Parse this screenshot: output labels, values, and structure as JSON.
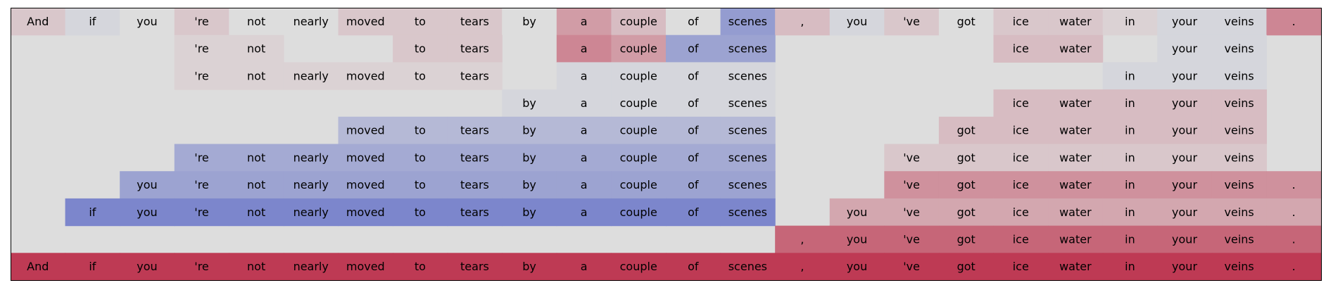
{
  "chart_data": {
    "type": "heatmap",
    "title": "",
    "xlabel": "",
    "ylabel": "",
    "grid": false,
    "color_scale": {
      "name": "coolwarm",
      "low": "#3b4cc0",
      "mid": "#dddddd",
      "high": "#b40426",
      "range": [
        -1,
        1
      ]
    },
    "tokens": [
      "And",
      "if",
      "you",
      "'re",
      "not",
      "nearly",
      "moved",
      "to",
      "tears",
      "by",
      "a",
      "couple",
      "of",
      "scenes",
      ",",
      "you",
      "'ve",
      "got",
      "ice",
      "water",
      "in",
      "your",
      "veins",
      "."
    ],
    "rows": [
      {
        "mask": [
          1,
          1,
          1,
          1,
          1,
          1,
          1,
          1,
          1,
          1,
          1,
          1,
          1,
          1,
          1,
          1,
          1,
          1,
          1,
          1,
          1,
          1,
          1,
          1
        ],
        "values": [
          0.1,
          -0.05,
          0,
          0.1,
          0,
          0,
          0.1,
          0.1,
          0.1,
          0,
          0.3,
          0.15,
          0,
          -0.45,
          0.15,
          -0.05,
          0.1,
          0,
          0.1,
          0.1,
          0.05,
          -0.05,
          -0.05,
          0.4
        ]
      },
      {
        "mask": [
          0,
          0,
          0,
          1,
          1,
          0,
          0,
          1,
          1,
          0,
          1,
          1,
          1,
          1,
          0,
          0,
          0,
          0,
          1,
          1,
          0,
          1,
          1,
          0
        ],
        "values": [
          0,
          0,
          0,
          0.05,
          0.05,
          0,
          0,
          0.1,
          0.1,
          0,
          0.4,
          0.3,
          -0.4,
          -0.4,
          0,
          0,
          0,
          0,
          0.15,
          0.15,
          0,
          -0.05,
          -0.05,
          0
        ]
      },
      {
        "mask": [
          0,
          0,
          0,
          1,
          1,
          1,
          1,
          1,
          1,
          0,
          1,
          1,
          1,
          1,
          0,
          0,
          0,
          0,
          0,
          0,
          1,
          1,
          1,
          0
        ],
        "values": [
          0,
          0,
          0,
          0.05,
          0.05,
          0.05,
          0.05,
          0.05,
          0.05,
          0,
          -0.05,
          -0.05,
          -0.05,
          -0.05,
          0,
          0,
          0,
          0,
          0,
          0,
          -0.05,
          -0.05,
          -0.05,
          0
        ]
      },
      {
        "mask": [
          0,
          0,
          0,
          0,
          0,
          0,
          0,
          0,
          0,
          1,
          1,
          1,
          1,
          1,
          0,
          0,
          0,
          0,
          1,
          1,
          1,
          1,
          1,
          0
        ],
        "values": [
          0,
          0,
          0,
          0,
          0,
          0,
          0,
          0,
          0,
          -0.05,
          -0.05,
          -0.05,
          -0.05,
          -0.05,
          0,
          0,
          0,
          0,
          0.15,
          0.15,
          0.15,
          0.15,
          0.15,
          0
        ]
      },
      {
        "mask": [
          0,
          0,
          0,
          0,
          0,
          0,
          1,
          1,
          1,
          1,
          1,
          1,
          1,
          1,
          0,
          0,
          0,
          1,
          1,
          1,
          1,
          1,
          1,
          0
        ],
        "values": [
          0,
          0,
          0,
          0,
          0,
          0,
          -0.25,
          -0.25,
          -0.25,
          -0.25,
          -0.25,
          -0.25,
          -0.25,
          -0.25,
          0,
          0,
          0,
          0.15,
          0.15,
          0.15,
          0.15,
          0.15,
          0.15,
          0
        ]
      },
      {
        "mask": [
          0,
          0,
          0,
          1,
          1,
          1,
          1,
          1,
          1,
          1,
          1,
          1,
          1,
          1,
          0,
          0,
          1,
          1,
          1,
          1,
          1,
          1,
          1,
          0
        ],
        "values": [
          0,
          0,
          0,
          -0.35,
          -0.35,
          -0.35,
          -0.35,
          -0.35,
          -0.35,
          -0.35,
          -0.35,
          -0.35,
          -0.35,
          -0.35,
          0,
          0,
          0.1,
          0.1,
          0.1,
          0.1,
          0.1,
          0.1,
          0.1,
          0
        ]
      },
      {
        "mask": [
          0,
          0,
          1,
          1,
          1,
          1,
          1,
          1,
          1,
          1,
          1,
          1,
          1,
          1,
          0,
          0,
          1,
          1,
          1,
          1,
          1,
          1,
          1,
          1
        ],
        "values": [
          0,
          0,
          -0.4,
          -0.4,
          -0.4,
          -0.4,
          -0.4,
          -0.4,
          -0.4,
          -0.4,
          -0.4,
          -0.4,
          -0.4,
          -0.4,
          0,
          0,
          0.35,
          0.35,
          0.35,
          0.35,
          0.35,
          0.35,
          0.35,
          0.35
        ]
      },
      {
        "mask": [
          0,
          1,
          1,
          1,
          1,
          1,
          1,
          1,
          1,
          1,
          1,
          1,
          1,
          1,
          0,
          1,
          1,
          1,
          1,
          1,
          1,
          1,
          1,
          1
        ],
        "values": [
          0,
          -0.6,
          -0.6,
          -0.6,
          -0.6,
          -0.6,
          -0.6,
          -0.6,
          -0.6,
          -0.6,
          -0.6,
          -0.6,
          -0.6,
          -0.6,
          0,
          0.25,
          0.25,
          0.25,
          0.25,
          0.25,
          0.25,
          0.25,
          0.25,
          0.25
        ]
      },
      {
        "mask": [
          0,
          0,
          0,
          0,
          0,
          0,
          0,
          0,
          0,
          0,
          0,
          0,
          0,
          0,
          1,
          1,
          1,
          1,
          1,
          1,
          1,
          1,
          1,
          1
        ],
        "values": [
          0,
          0,
          0,
          0,
          0,
          0,
          0,
          0,
          0,
          0,
          0,
          0,
          0,
          0,
          0.55,
          0.55,
          0.55,
          0.55,
          0.55,
          0.55,
          0.55,
          0.55,
          0.55,
          0.55
        ]
      },
      {
        "mask": [
          1,
          1,
          1,
          1,
          1,
          1,
          1,
          1,
          1,
          1,
          1,
          1,
          1,
          1,
          1,
          1,
          1,
          1,
          1,
          1,
          1,
          1,
          1,
          1
        ],
        "values": [
          0.75,
          0.75,
          0.75,
          0.75,
          0.75,
          0.75,
          0.75,
          0.75,
          0.75,
          0.75,
          0.75,
          0.75,
          0.75,
          0.75,
          0.75,
          0.75,
          0.75,
          0.75,
          0.75,
          0.75,
          0.75,
          0.75,
          0.75,
          0.75
        ]
      }
    ]
  }
}
